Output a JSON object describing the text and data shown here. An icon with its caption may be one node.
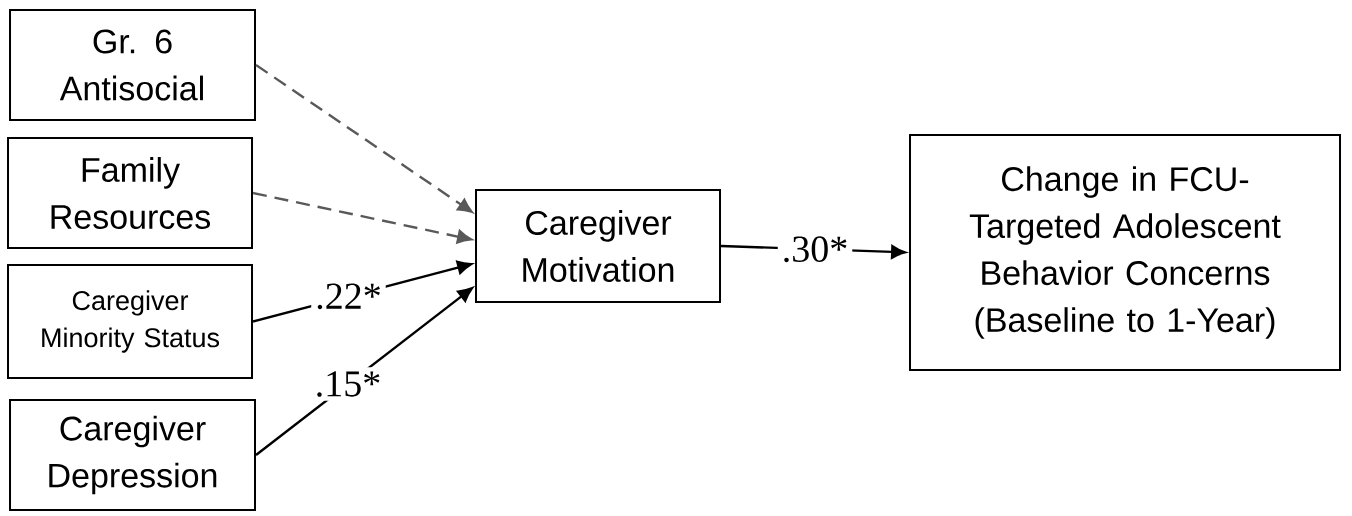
{
  "diagram": {
    "nodes": [
      {
        "text": [
          "Gr. 6 Antisocial"
        ]
      },
      {
        "text": [
          "Family Resources"
        ]
      },
      {
        "text": [
          "Caregiver Minority Status"
        ]
      },
      {
        "text": [
          "Caregiver Depression"
        ]
      },
      {
        "text": [
          "Caregiver Motivation"
        ]
      },
      {
        "text": [
          "Change in FCU-Targeted Adolescent Behavior Concerns (Baseline to 1-Year)"
        ]
      }
    ],
    "edges": [
      {
        "from": 0,
        "to": 4,
        "arrow": "to",
        "style": "dashed",
        "color": "#595959"
      },
      {
        "from": 1,
        "to": 4,
        "arrow": "to",
        "style": "dashed",
        "color": "#595959"
      },
      {
        "from": 2,
        "to": 4,
        "arrow": "to",
        "label": ".22*"
      },
      {
        "from": 3,
        "to": 4,
        "arrow": "to",
        "label": ".15*"
      },
      {
        "from": 4,
        "to": 5,
        "arrow": "to",
        "label": ".30*"
      }
    ]
  }
}
